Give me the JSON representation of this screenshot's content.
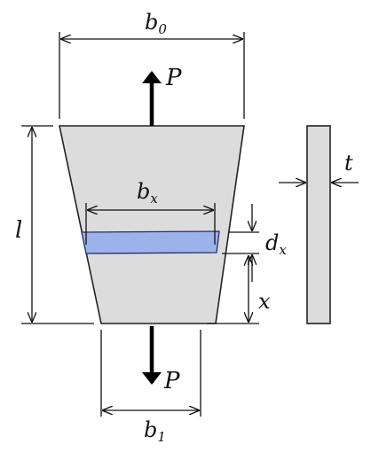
{
  "labels": {
    "b0": {
      "main": "b",
      "sub": "0"
    },
    "bx": {
      "main": "b",
      "sub": "x"
    },
    "b1": {
      "main": "b",
      "sub": "1"
    },
    "dx": {
      "main": "d",
      "sub": "x"
    },
    "l": "l",
    "x": "x",
    "t": "t",
    "p_top": "P",
    "p_bottom": "P"
  },
  "colors": {
    "body_fill": "#dcdcdc",
    "strip_fill": "#9bb3e8",
    "strip_stroke": "#2a2a6a",
    "line": "#111111"
  },
  "icons": {
    "dimension_arrow": "arrowhead-open",
    "force_arrow": "arrowhead-solid"
  }
}
